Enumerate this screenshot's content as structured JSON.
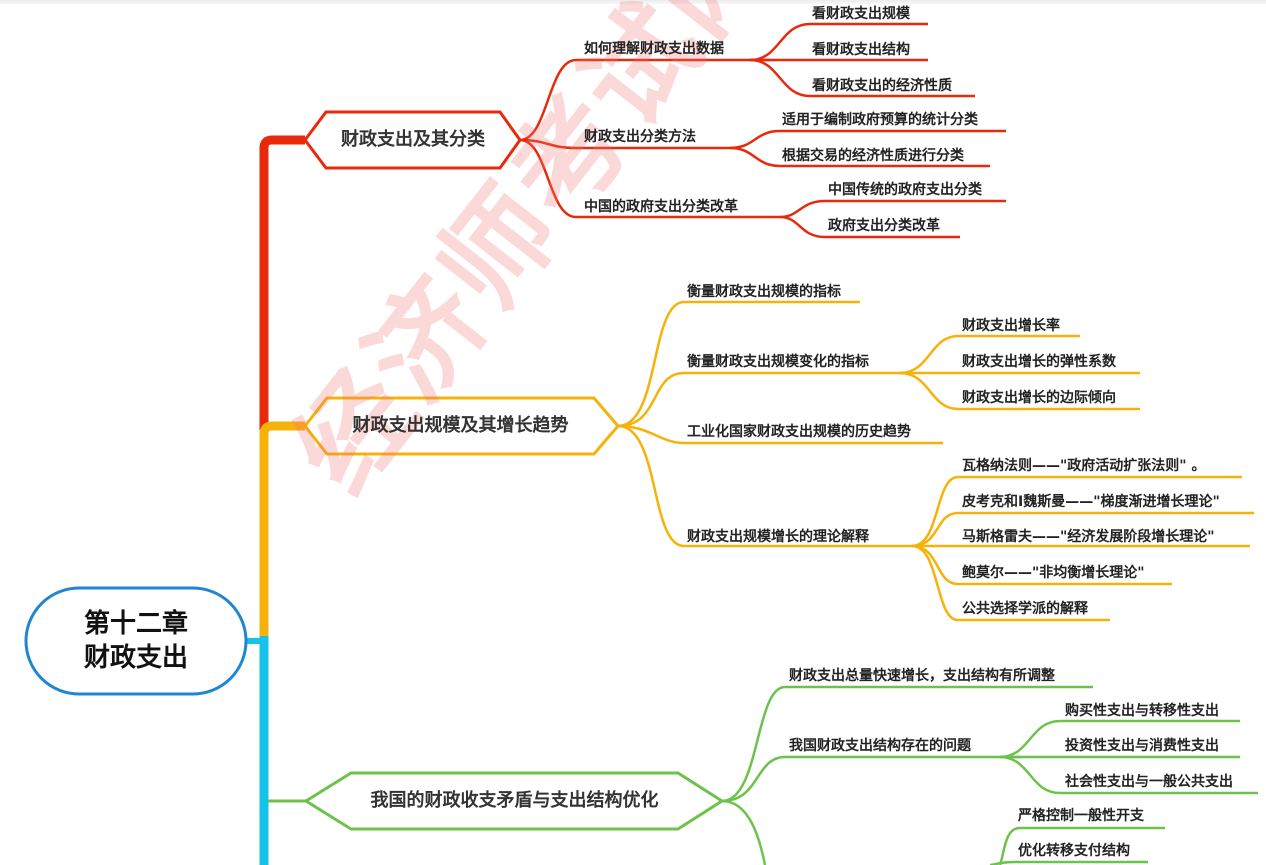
{
  "colors": {
    "root_border": "#1f86cf",
    "branch1": "#e8290b",
    "branch2": "#f5b20a",
    "branch3_spine": "#15c3ea",
    "branch3": "#6cc24a",
    "watermark": "#f57878",
    "text": "#222222"
  },
  "watermark": "经济师考试网",
  "root": {
    "line1": "第十二章",
    "line2": "财政支出"
  },
  "branches": [
    {
      "label": "财政支出及其分类",
      "children": [
        {
          "label": "如何理解财政支出数据",
          "children": [
            "看财政支出规模",
            "看财政支出结构",
            "看财政支出的经济性质"
          ]
        },
        {
          "label": "财政支出分类方法",
          "children": [
            "适用于编制政府预算的统计分类",
            "根据交易的经济性质进行分类"
          ]
        },
        {
          "label": "中国的政府支出分类改革",
          "children": [
            "中国传统的政府支出分类",
            "政府支出分类改革"
          ]
        }
      ]
    },
    {
      "label": "财政支出规模及其增长趋势",
      "children": [
        {
          "label": "衡量财政支出规模的指标",
          "children": []
        },
        {
          "label": "衡量财政支出规模变化的指标",
          "children": [
            "财政支出增长率",
            "财政支出增长的弹性系数",
            "财政支出增长的边际倾向"
          ]
        },
        {
          "label": "工业化国家财政支出规模的历史趋势",
          "children": []
        },
        {
          "label": "财政支出规模增长的理论解释",
          "children": [
            "瓦格纳法则——\"政府活动扩张法则\" 。",
            "皮考克和I魏斯曼——\"梯度渐进增长理论\"",
            "马斯格雷夫——\"经济发展阶段增长理论\"",
            "鲍莫尔——\"非均衡增长理论\"",
            "公共选择学派的解释"
          ]
        }
      ]
    },
    {
      "label": "我国的财政收支矛盾与支出结构优化",
      "children": [
        {
          "label": "财政支出总量快速增长，支出结构有所调整",
          "children": []
        },
        {
          "label": "我国财政支出结构存在的问题",
          "children": [
            "购买性支出与转移性支出",
            "投资性支出与消费性支出",
            "社会性支出与一般公共支出"
          ]
        },
        {
          "label": "",
          "children": [
            "严格控制一般性开支",
            "优化转移支付结构"
          ]
        }
      ]
    }
  ]
}
